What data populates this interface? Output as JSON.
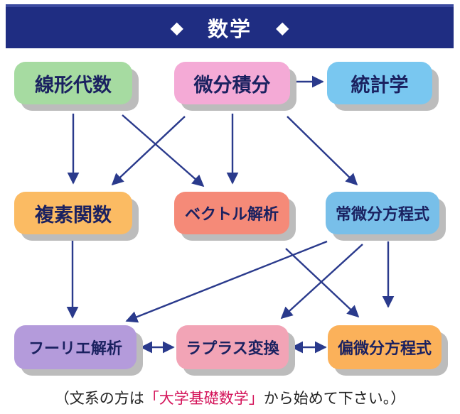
{
  "header": {
    "title": "数学",
    "diamond_left": "◆",
    "diamond_right": "◆"
  },
  "nodes": {
    "linear_algebra": {
      "label": "線形代数",
      "color": "#a6dba1"
    },
    "calculus": {
      "label": "微分積分",
      "color": "#f4aad6"
    },
    "statistics": {
      "label": "統計学",
      "color": "#79c7f0"
    },
    "complex_functions": {
      "label": "複素関数",
      "color": "#fbbb63"
    },
    "vector_analysis": {
      "label": "ベクトル解析",
      "color": "#f58a78"
    },
    "ode": {
      "label": "常微分方程式",
      "color": "#78bfe9"
    },
    "fourier": {
      "label": "フーリエ解析",
      "color": "#b49bdb"
    },
    "laplace": {
      "label": "ラプラス変換",
      "color": "#f2a4b6"
    },
    "pde": {
      "label": "偏微分方程式",
      "color": "#fbb15a"
    }
  },
  "arrow_color": "#2a3a8c",
  "footnote": {
    "open": "（文系の方は",
    "highlight": "「大学基礎数学」",
    "close": "から始めて下さい。）"
  }
}
